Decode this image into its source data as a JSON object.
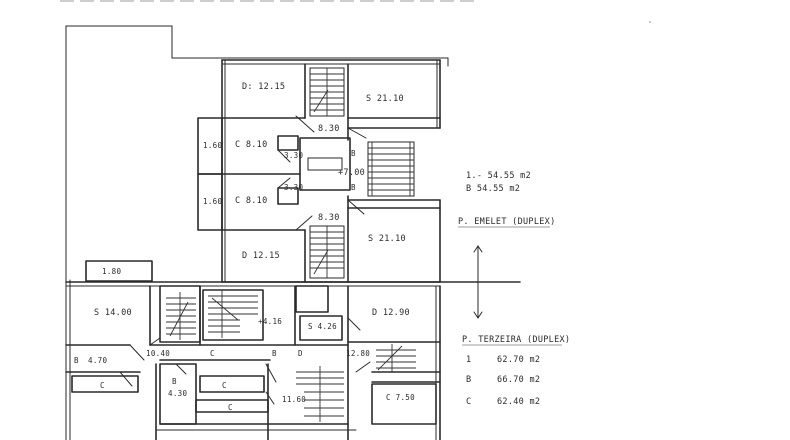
{
  "upper_block": {
    "rooms": {
      "top_left": "D: 12.15",
      "top_right": "S  21.10",
      "hall_top": "8.30",
      "c_upper": "C   8.10",
      "c_lower": "C   8.10",
      "side_upper": "1.60",
      "side_lower": "1.60",
      "small_upper": "3.30",
      "small_lower": "3.30",
      "b_tag_upper": "B",
      "b_tag_lower": "B",
      "landing": "+7.00",
      "hall_bottom": "8.30",
      "bottom_left": "D   12.15",
      "bottom_right": "S   21.10"
    }
  },
  "lower_block": {
    "rooms": {
      "balcony": "1.80",
      "left_room": "S  14.00",
      "b_left": "B",
      "b_left_area": "4.70",
      "hall_left": "10.40",
      "c_left": "C",
      "c_mid": "C",
      "b_mid": "B",
      "d_mid": "D",
      "landing": "+4.16",
      "s_small": "S  4.26",
      "right_room": "D   12.90",
      "hall_right": "12.80",
      "b_lower": "B",
      "b_lower_area": "4.30",
      "c_lower": "C",
      "c_store": "C",
      "hall_bottom": "11.60",
      "c_right": "C  7.50"
    }
  },
  "legend_upper": {
    "row1": "1.-  54.55  m2",
    "row2": "B    54.55  m2",
    "label": "P. EMELET  (DUPLEX)"
  },
  "legend_lower": {
    "label": "P. TERZEIRA  (DUPLEX)",
    "row1_letter": "1",
    "row1_value": "62.70  m2",
    "row2_letter": "B",
    "row2_value": "66.70  m2",
    "row3_letter": "C",
    "row3_value": "62.40  m2"
  }
}
